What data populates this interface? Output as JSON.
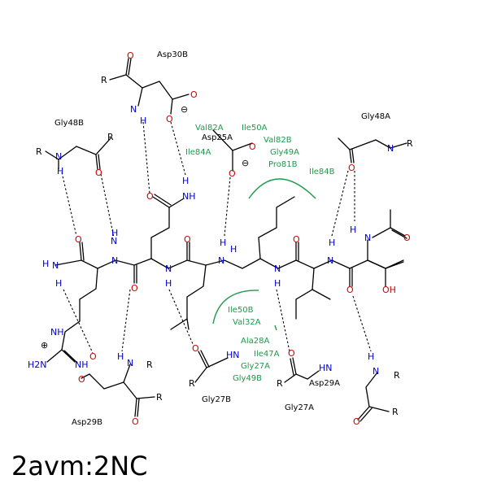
{
  "title": "2avm:2NC",
  "colors": {
    "bond": "#000000",
    "nitrogen": "#0000cc",
    "oxygen": "#cc0000",
    "hydrophobic": "#1e9a4c"
  },
  "charge": {
    "minus": "⊖",
    "plus": "⊕"
  },
  "residues": [
    "Asp30B",
    "Gly48B",
    "Gly48A",
    "Asp25A",
    "Asp29B",
    "Gly27B",
    "Gly27A",
    "Asp29A"
  ],
  "hydrophobic_top_1": [
    "Val82A",
    "Ile50A",
    "Ile84A"
  ],
  "hydrophobic_top_2": [
    "Val82B",
    "Gly49A",
    "Pro81B",
    "Ile84B"
  ],
  "hydrophobic_bottom": [
    "Ile50B",
    "Val32A",
    "Ala28A",
    "Ile47A",
    "Gly27A",
    "Gly49B"
  ],
  "atoms": {
    "R": "R",
    "N": "N",
    "O": "O",
    "H": "H",
    "HN": "HN",
    "NH": "NH",
    "NH2": "NH",
    "H2N": "H2N",
    "OH": "OH",
    "Hplus": "H"
  }
}
